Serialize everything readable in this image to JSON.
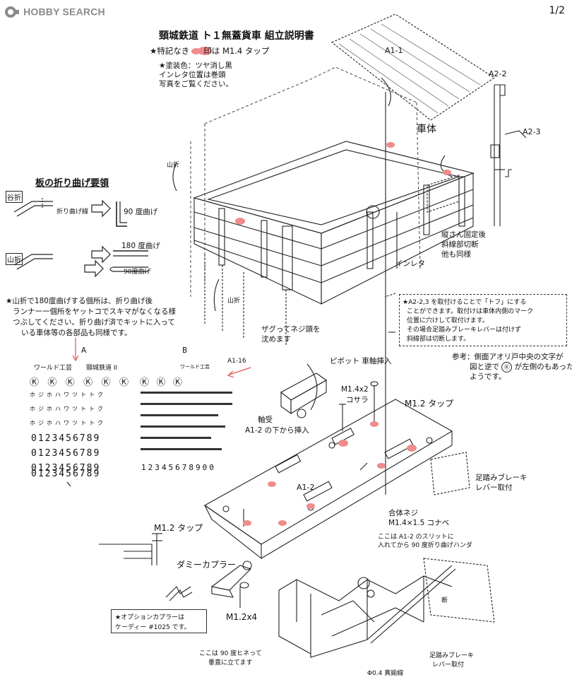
{
  "header": {
    "logo_text": "HOBBY SEARCH",
    "page_number": "1/2"
  },
  "title": {
    "main": "頸城鉄道 ト１無蓋貨車 組立説明書",
    "tap_note_prefix": "★特記なき",
    "tap_note_suffix": "印は M1.4 タップ",
    "paint_line1": "★塗装色：ツヤ消し黒",
    "paint_line2": "インレタ位置は巻頭",
    "paint_line3": "写真をご覧ください。"
  },
  "fold_guide": {
    "heading": "板の折り曲げ要領",
    "valley_label": "谷折",
    "fold_line_label": "折り曲げ線",
    "bend90_a": "90 度曲げ",
    "mountain_label": "山折",
    "bend180": "180 度曲げ",
    "bend90_b": "90度曲げ",
    "note_line1": "★山折で180度曲げする個所は、折り曲げ後",
    "note_line2": "ランナー一個所をヤットコでスキマがなくなる様",
    "note_line3": "つぶしてください。折り曲げ済でキットに入って",
    "note_line4": "いる車体等の各部品も同様です。"
  },
  "parts": {
    "a1_1": "A1-1",
    "a2_2": "A2-2",
    "a2_3": "A2-3",
    "a1_2": "A1-2",
    "a1_16": "A1-16",
    "body": "車体",
    "yama_ori_1": "山折",
    "yama_ori_2": "山折",
    "inleta": "インレタ",
    "reinforce_line1": "縦さん固定後",
    "reinforce_line2": "斜線部切断",
    "reinforce_line3": "他も同様",
    "countersink_line1": "ザグってネジ頭を",
    "countersink_line2": "沈めます",
    "pivot": "ピボット 車軸挿入",
    "m14x2_line1": "M1.4x2",
    "m14x2_line2": "コサラ",
    "axlebox_line1": "軸受",
    "axlebox_line2": "A1-2 の下から挿入",
    "m12_tap_right": "M1.2 タップ",
    "m12_tap_left": "M1.2 タップ",
    "brake_top_line1": "足踏みブレーキ",
    "brake_top_line2": "レバー取付",
    "alloy_screw_line1": "合体ネジ",
    "alloy_screw_line2": "M1.4×1.5 コナベ",
    "slit_line1": "ここは A1-2 のスリットに",
    "slit_line2": "入れてから 90 度折り曲げハンダ",
    "dummy_coupler": "ダミーカプラー",
    "m12x4": "M1.2x4",
    "option_line1": "★オプションカプラーは",
    "option_line2": "ケーディー #1025 です。",
    "twist_line1": "ここは 90 度ヒネって",
    "twist_line2": "垂直に立てます",
    "brake_bottom_line1": "足踏みブレーキ",
    "brake_bottom_line2": "レバー取付",
    "wire": "Φ0.4 真鍮線",
    "hinge": "断"
  },
  "topu_note": {
    "line1": "★A2-2,3 を取付けることで「トフ」にする",
    "line2": "ことができます。取付けは車体内側のマーク",
    "line3": "位置に穴けして取付けます。",
    "line4": "その場合足踏みブレーキレバーは付けず",
    "line5": "斜線部は切断します。"
  },
  "reference_note": {
    "line1": "参考：側面アオリ戸中央の文字が",
    "line2_prefix": "図と逆で",
    "line2_suffix": "が左側のもあった",
    "line3": "ようです。"
  },
  "decals": {
    "label_a": "A",
    "label_b": "B",
    "maker_a1": "ワールド工芸",
    "maker_a2": "頸城鉄道 II",
    "maker_b": "ワールド工芸",
    "row_k": [
      "Ⓚ",
      "Ⓚ",
      "Ⓚ",
      "Ⓚ",
      "Ⓚ",
      "Ⓚ"
    ],
    "row_kana1": "ホジホハワツトトク",
    "row_kana2": "ホジホハワツトトク",
    "row_kana3": "ホジホハワツトトク",
    "digits1": "0123456789",
    "digits2": "0123456789",
    "digits3": "0123456789",
    "digits4": "0123456789",
    "b_k_row": [
      "Ⓚ",
      "Ⓚ",
      "Ⓚ"
    ],
    "b_digits": "12345678900"
  },
  "colors": {
    "red_dot": "#f08c8c",
    "ink": "#111111",
    "logo_gray": "#8a8a8a"
  }
}
